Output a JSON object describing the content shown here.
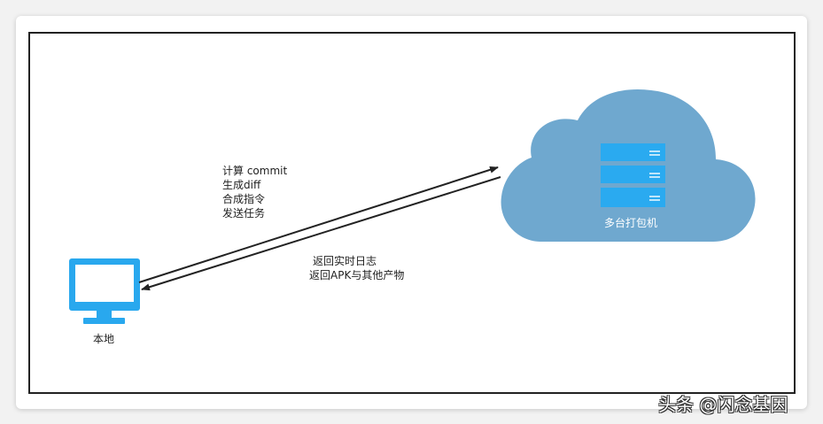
{
  "diagram": {
    "request_lines": [
      "计算 commit",
      "生成diff",
      "合成指令",
      "发送任务"
    ],
    "response_lines": [
      "返回实时日志",
      "返回APK与其他产物"
    ],
    "local_label": "本地",
    "cloud_label": "多台打包机",
    "colors": {
      "cloud": "#6fa8cf",
      "monitor": "#29a8ee",
      "server": "#2aaaf0",
      "arrow": "#222222"
    }
  },
  "watermark": "头条 @闪念基因"
}
